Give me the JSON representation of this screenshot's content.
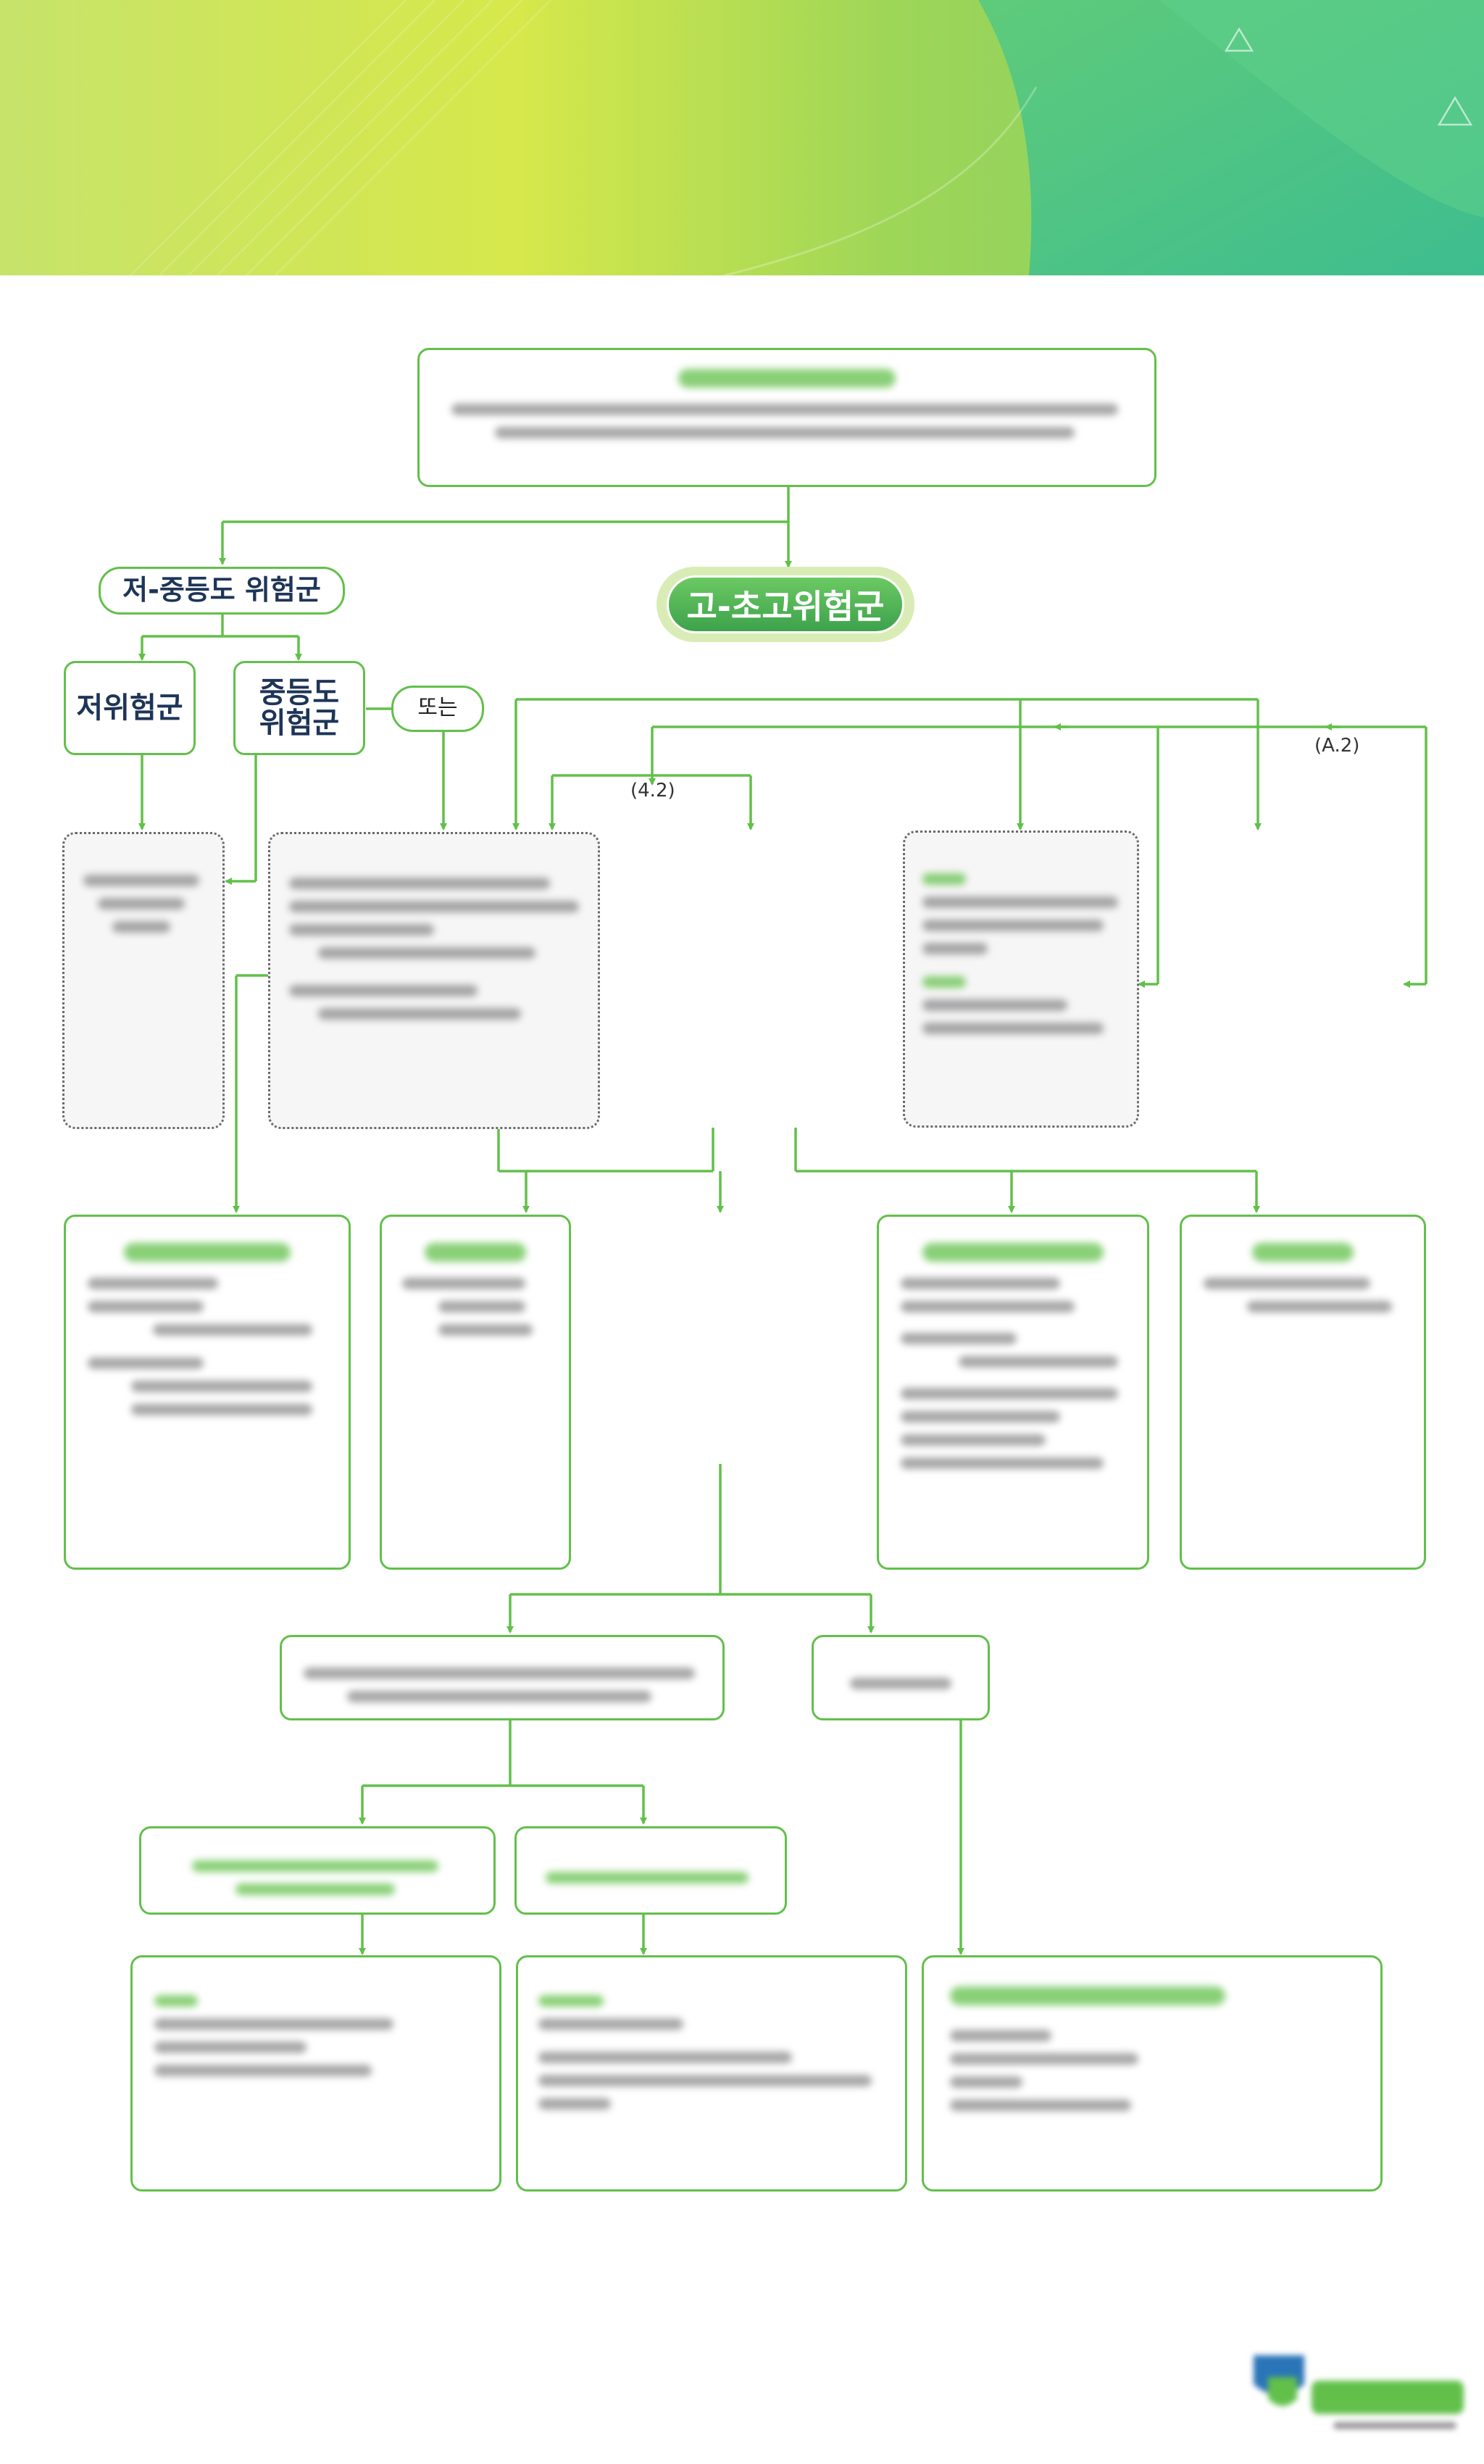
{
  "diagram": {
    "high_risk_label": "고-초고위험군",
    "low_mid_label": "저-중등도 위험군",
    "low_risk_label": "저위험군",
    "mid_risk_line1": "중등도",
    "mid_risk_line2": "위험군",
    "or_label": "또는",
    "ref_a2": "(A.2)",
    "ref_42": "(4.2)"
  },
  "colors": {
    "accent_green": "#62c04a",
    "dark_navy": "#1d3557",
    "banner_yellow": "#d8e84a",
    "banner_teal": "#45c08d"
  }
}
